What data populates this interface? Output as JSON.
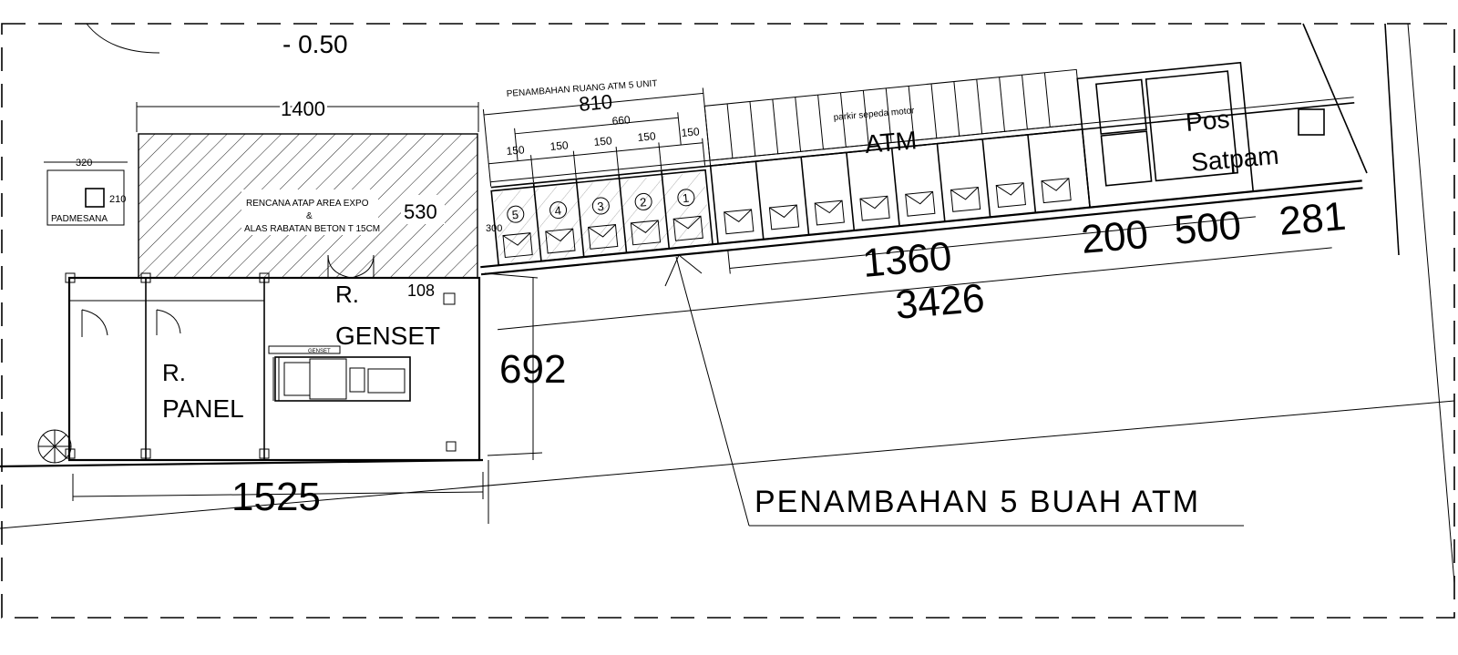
{
  "elevation": "- 0.50",
  "dims": {
    "d1400": "1400",
    "d320": "320",
    "d210": "210",
    "d530": "530",
    "d108": "108",
    "d810": "810",
    "d660": "660",
    "d150": "150",
    "d300": "300",
    "d1360": "1360",
    "d3426": "3426",
    "d200": "200",
    "d500": "500",
    "d281": "281",
    "d692": "692",
    "d1525": "1525"
  },
  "labels": {
    "padmesana": "PADMESANA",
    "expo_line1": "RENCANA ATAP AREA EXPO",
    "expo_line2": "&",
    "expo_line3": "ALAS RABATAN BETON T 15CM",
    "atm_addition": "PENAMBAHAN RUANG ATM 5 UNIT",
    "parkir": "parkir sepeda motor",
    "atm": "ATM",
    "pos": "Pos",
    "satpam": "Satpam",
    "r_genset_1": "R.",
    "r_genset_2": "GENSET",
    "r_panel_1": "R.",
    "r_panel_2": "PANEL",
    "genset_tag": "GENSET",
    "callout": "PENAMBAHAN 5 BUAH ATM"
  },
  "atm_units": [
    "1",
    "2",
    "3",
    "4",
    "5"
  ]
}
